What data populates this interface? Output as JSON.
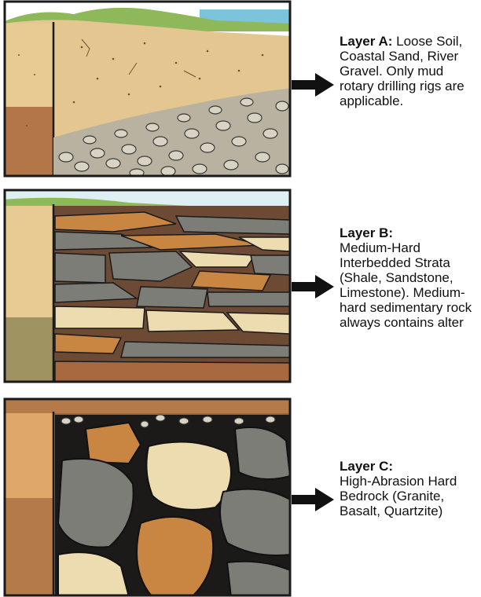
{
  "layers": [
    {
      "title": "Layer A:",
      "description": "Loose Soil, Coastal Sand, River Gravel. Only mud rotary drilling rigs are applicable."
    },
    {
      "title": "Layer B:",
      "description": "Medium-Hard Interbedded Strata (Shale, Sandstone, Limestone). Medium-hard sedimentary rock always contains alter"
    },
    {
      "title": "Layer C:",
      "description": "High-Abrasion Hard Bedrock (Granite, Basalt, Quartzite)"
    }
  ],
  "colors": {
    "sand": "#e2c48c",
    "soil": "#b57a4a",
    "grass": "#8fb85a",
    "water": "#6fb8d4",
    "rock_grey": "#7d7d78",
    "rock_orange": "#c98642",
    "rock_cream": "#ecdcb0",
    "outline": "#1a1a1a"
  },
  "icons": [
    "right-arrow-icon"
  ]
}
